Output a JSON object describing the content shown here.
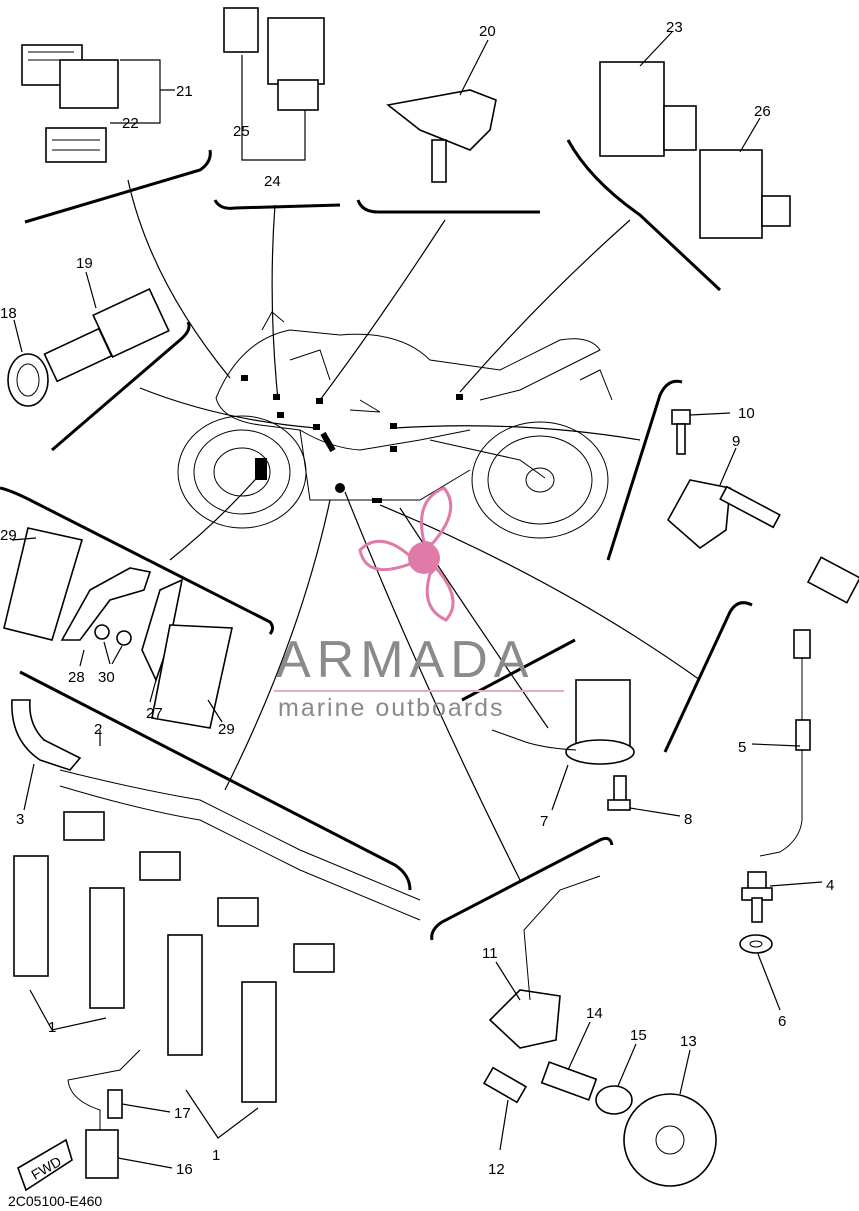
{
  "diagram_code": "2C05100-E460",
  "fwd_label": "FWD",
  "watermark": {
    "brand": "ARMADA",
    "tagline": "marine outboards",
    "accent_color": "#e07aa8"
  },
  "callouts": {
    "c1a": "1",
    "c1b": "1",
    "c2": "2",
    "c3": "3",
    "c4": "4",
    "c5": "5",
    "c6": "6",
    "c7": "7",
    "c8": "8",
    "c9": "9",
    "c10": "10",
    "c11": "11",
    "c12": "12",
    "c13": "13",
    "c14": "14",
    "c15": "15",
    "c16": "16",
    "c17": "17",
    "c18": "18",
    "c19": "19",
    "c20": "20",
    "c21": "21",
    "c22": "22",
    "c23": "23",
    "c24": "24",
    "c25": "25",
    "c26": "26",
    "c27": "27",
    "c28": "28",
    "c29a": "29",
    "c29b": "29",
    "c30": "30"
  }
}
